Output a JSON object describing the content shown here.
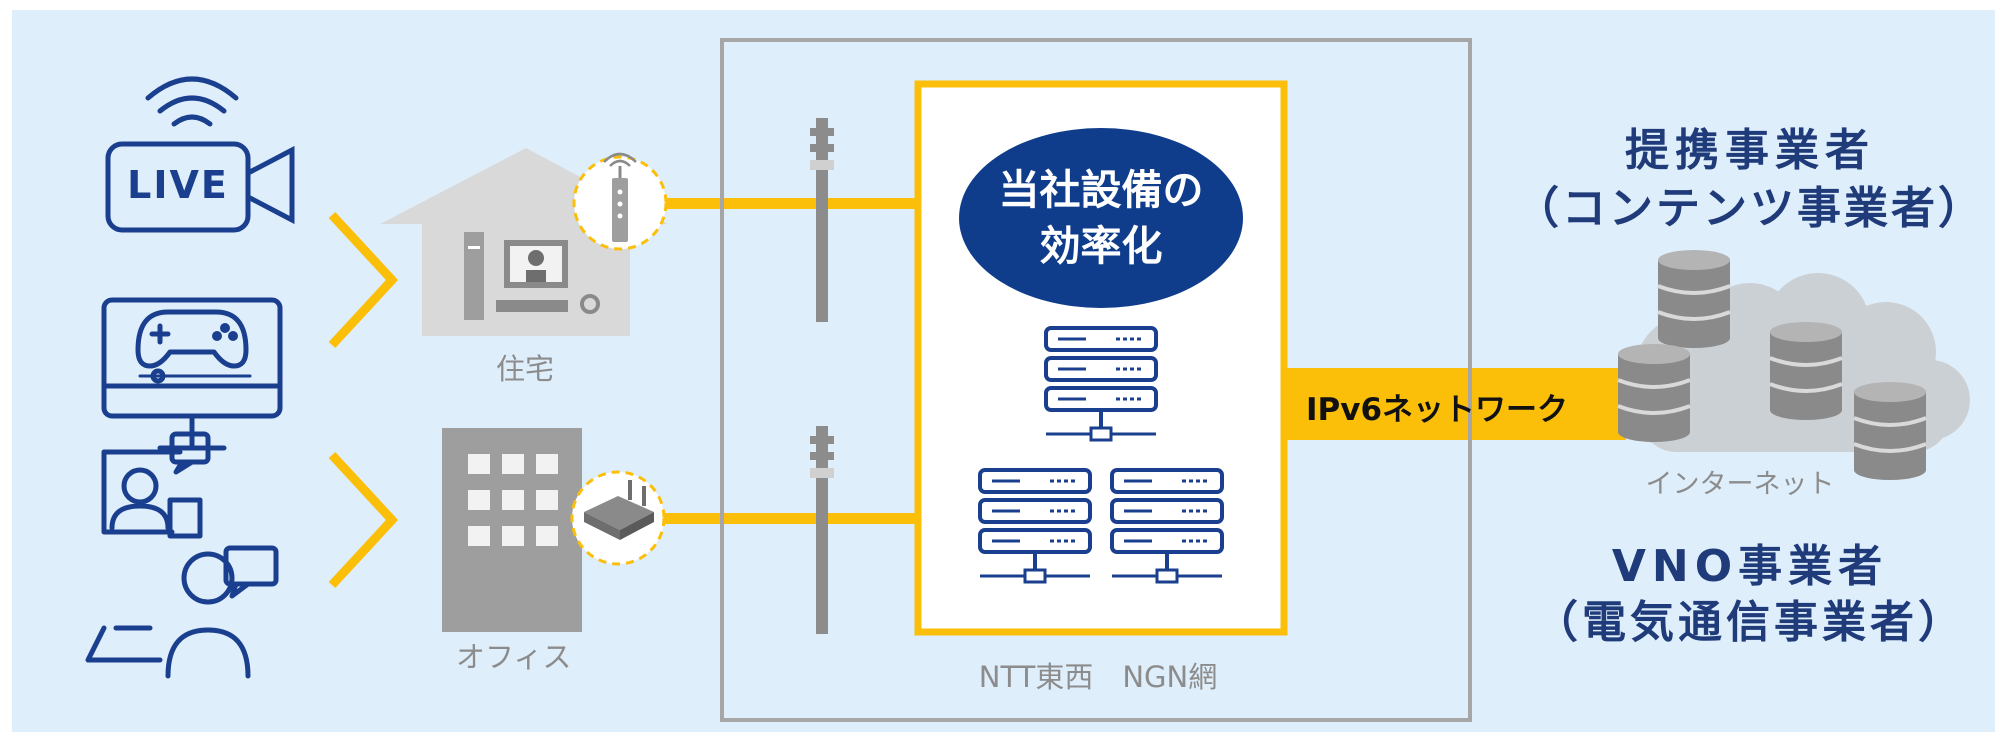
{
  "devices": {
    "live_label": "LIVE"
  },
  "locations": {
    "house_label": "住宅",
    "office_label": "オフィス"
  },
  "ngn": {
    "label": "NTT東西　NGN網",
    "facility_line1": "当社設備の",
    "facility_line2": "効率化"
  },
  "link": {
    "label": "IPv6ネットワーク"
  },
  "internet": {
    "label": "インターネット"
  },
  "partners": {
    "content_line1": "提携事業者",
    "content_line2": "（コンテンツ事業者）",
    "vno_line1": "VNO事業者",
    "vno_line2": "（電気通信事業者）"
  },
  "colors": {
    "background": "#dfeefb",
    "accent_yellow": "#fbbf0a",
    "navy": "#1f3b7a",
    "bubble": "#0f3d8c",
    "device_blue": "#1a3f8f",
    "gray": "#8c8c8c"
  }
}
